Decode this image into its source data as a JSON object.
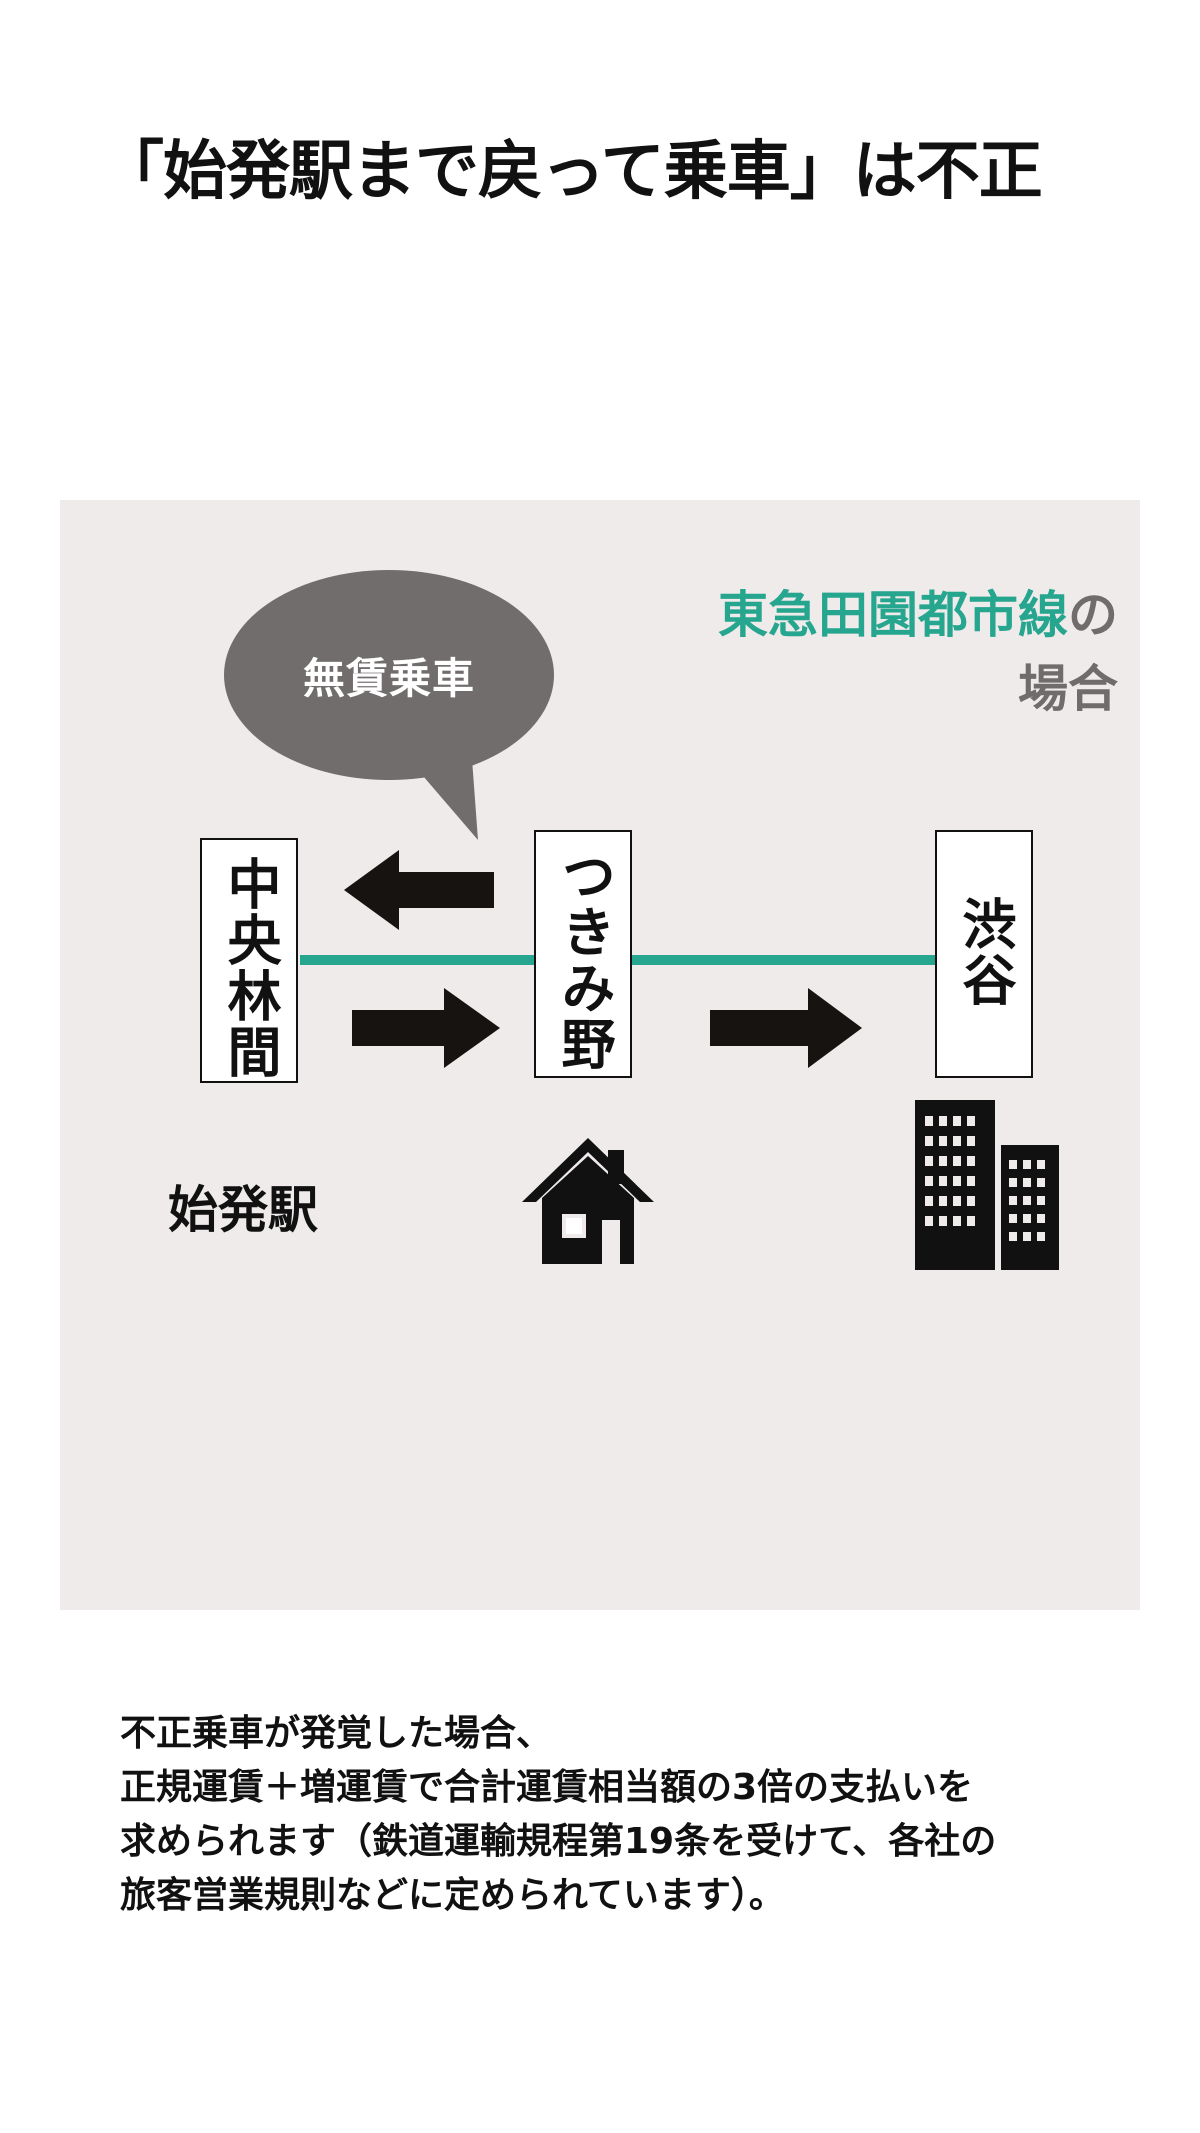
{
  "title": "「始発駅まで戻って乗車」は不正",
  "diagram": {
    "line_label": {
      "line_name": "東急田園都市線",
      "suffix_1": "の",
      "suffix_2": "場合"
    },
    "bubble_text": "無賃乗車",
    "stations": [
      {
        "name": "中央林間"
      },
      {
        "name": "つきみ野"
      },
      {
        "name": "渋谷"
      }
    ],
    "origin_label": "始発駅",
    "icons": {
      "home": "house-icon",
      "office": "office-building-icon"
    },
    "colors": {
      "line": "#26a58f",
      "bubble": "#716d6c",
      "panel": "#efebea",
      "arrow": "#171311"
    }
  },
  "note": "不正乗車が発覚した場合、\n正規運賃＋増運賃で合計運賃相当額の3倍の支払いを\n求められます（鉄道運輸規程第19条を受けて、各社の\n旅客営業規則などに定められています）。"
}
